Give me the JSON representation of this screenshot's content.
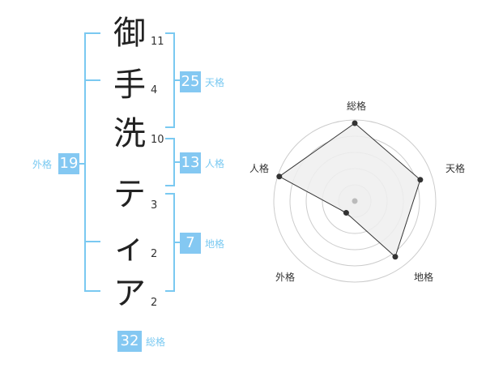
{
  "characters": [
    {
      "char": "御",
      "strokes": "11"
    },
    {
      "char": "手",
      "strokes": "4"
    },
    {
      "char": "洗",
      "strokes": "10"
    },
    {
      "char": "テ",
      "strokes": "3"
    },
    {
      "char": "ィ",
      "strokes": "2"
    },
    {
      "char": "ア",
      "strokes": "2"
    }
  ],
  "fortunes": {
    "tenkaku": {
      "value": "25",
      "label": "天格"
    },
    "jinkaku": {
      "value": "13",
      "label": "人格"
    },
    "chikaku": {
      "value": "7",
      "label": "地格"
    },
    "gaikaku": {
      "value": "19",
      "label": "外格"
    },
    "soukaku": {
      "value": "32",
      "label": "総格"
    }
  },
  "radar": {
    "labels": {
      "top": "総格",
      "right": "天格",
      "bottom_right": "地格",
      "bottom_left": "外格",
      "left": "人格"
    },
    "scores": {
      "soukaku": 0.96,
      "tenkaku": 0.85,
      "chikaku": 0.85,
      "gaikaku": 0.18,
      "jinkaku": 0.98
    },
    "colors": {
      "fill": "#eeeeee",
      "line": "#333333",
      "ring": "#cccccc",
      "center": "#bbbbbb"
    }
  }
}
